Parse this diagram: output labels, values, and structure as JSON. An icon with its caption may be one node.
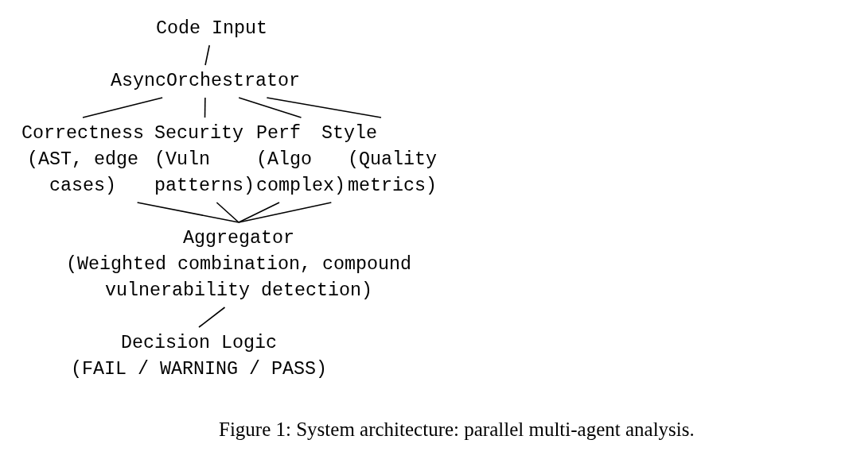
{
  "diagram": {
    "caption": "Figure 1: System architecture: parallel multi-agent analysis.",
    "nodes": [
      {
        "text": [
          "Code Input"
        ]
      },
      {
        "text": [
          "AsyncOrchestrator"
        ]
      },
      {
        "text": [
          "Correctness",
          "(AST, edge cases)"
        ]
      },
      {
        "text": [
          "Security",
          "(Vuln patterns)"
        ]
      },
      {
        "text": [
          "Perf",
          "(Algo complex)"
        ]
      },
      {
        "text": [
          "Style",
          "(Quality metrics)"
        ]
      },
      {
        "text": [
          "Aggregator",
          "(Weighted combination, compound vulnerability detection)"
        ]
      },
      {
        "text": [
          "Decision Logic",
          "(FAIL / WARNING / PASS)"
        ]
      }
    ],
    "edges": [
      {
        "from": 0,
        "to": 1,
        "arrow": "none"
      },
      {
        "from": 1,
        "to": 2,
        "arrow": "none"
      },
      {
        "from": 1,
        "to": 3,
        "arrow": "none"
      },
      {
        "from": 1,
        "to": 4,
        "arrow": "none"
      },
      {
        "from": 1,
        "to": 5,
        "arrow": "none"
      },
      {
        "from": 2,
        "to": 6,
        "arrow": "none"
      },
      {
        "from": 3,
        "to": 6,
        "arrow": "none"
      },
      {
        "from": 4,
        "to": 6,
        "arrow": "none"
      },
      {
        "from": 5,
        "to": 6,
        "arrow": "none"
      },
      {
        "from": 6,
        "to": 7,
        "arrow": "none"
      }
    ]
  }
}
